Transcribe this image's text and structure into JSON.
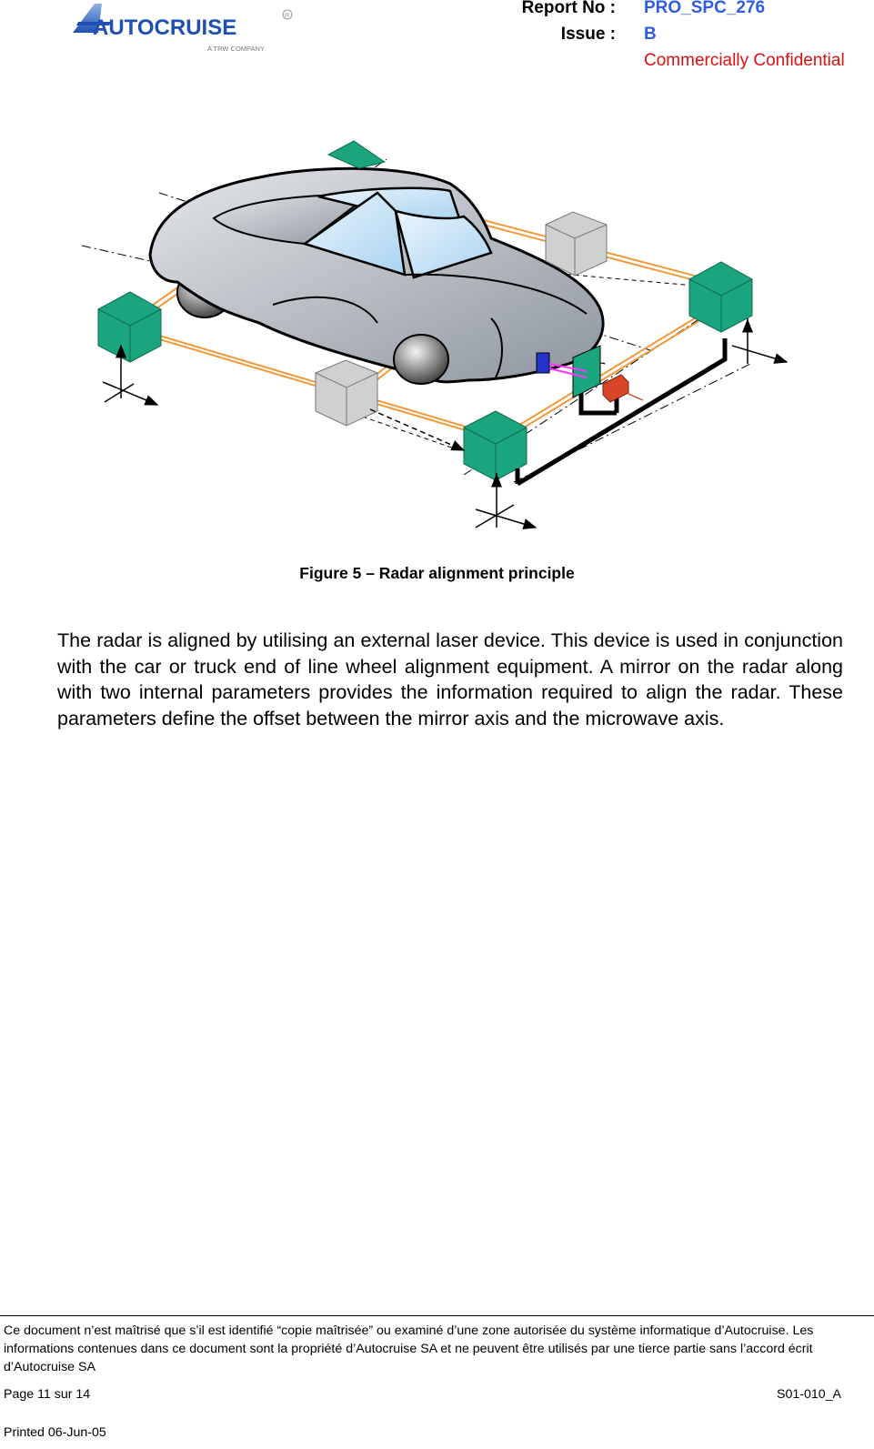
{
  "header": {
    "logo_text": "AUTOCRUISE",
    "logo_tagline": "A TRW COMPANY",
    "report_label": "Report No :",
    "report_value": "PRO_SPC_276",
    "issue_label": "Issue :",
    "issue_value": "B",
    "confidentiality": "Commercially Confidential"
  },
  "figure": {
    "caption": "Figure 5 – Radar alignment principle",
    "colors": {
      "target_green": "#1aa57f",
      "target_grey": "#c8c8c8",
      "laser_orange": "#f29a3a",
      "car_body": "#b9bfc7",
      "glass": "#cfe7f7",
      "radar_red": "#d8462a",
      "mirror_blue": "#2233cc"
    }
  },
  "body": {
    "paragraph": "The radar is aligned by utilising an external laser device. This device is used in conjunction with the car or  truck end of line wheel alignment equipment. A mirror on the radar along with two internal parameters provides the information required to align the radar. These parameters define the offset between the mirror axis and the microwave axis."
  },
  "footer": {
    "note": "Ce document n’est  maîtrisé que s’il est identifié “copie maîtrisée” ou examiné d’une zone autorisée du système informatique d’Autocruise. Les informations contenues dans ce document sont la propriété d’Autocruise SA  et ne peuvent être utilisés par une tierce partie sans l’accord écrit d’Autocruise SA",
    "page": "Page 11 sur 14",
    "ref": "S01-010_A",
    "printed": "Printed 06-Jun-05"
  }
}
